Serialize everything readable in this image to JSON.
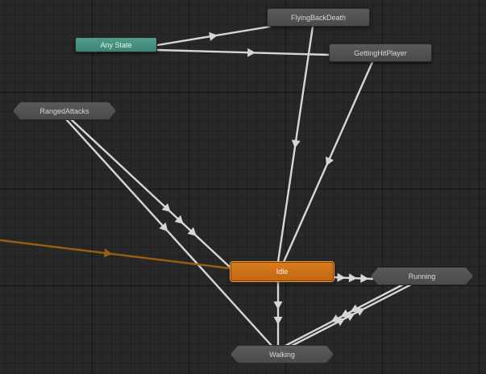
{
  "states": {
    "flying_back_death": "FlyingBackDeath",
    "any_state": "Any State",
    "getting_hit_player": "GettingHitPlayer",
    "ranged_attacks": "RangedAttacks",
    "idle": "Idle",
    "running": "Running",
    "walking": "Walking"
  },
  "colors": {
    "transition": "#d6d6d6",
    "entry_transition": "#9a5f0e",
    "any_state": "#4f9c8a",
    "default_state": "#d77b1c",
    "state": "#505050"
  }
}
